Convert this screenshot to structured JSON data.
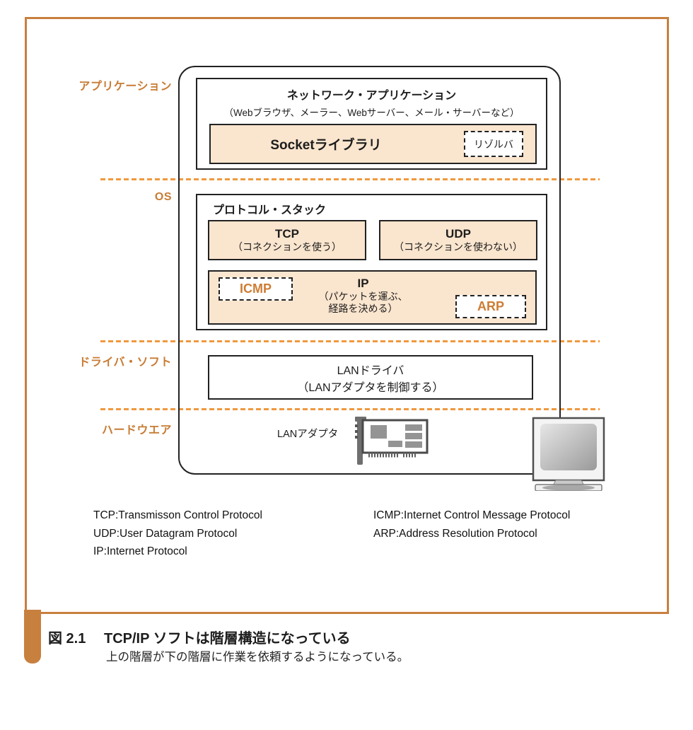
{
  "colors": {
    "frame_orange": "#c8803e",
    "dash_orange": "#f0993f",
    "label_orange": "#c87c34",
    "peach_fill": "#fae5ce",
    "box_border": "#222222"
  },
  "layers": {
    "application": "アプリケーション",
    "os": "OS",
    "driver": "ドライバ・ソフト",
    "hardware": "ハードウエア"
  },
  "diagram": {
    "network_app": {
      "title": "ネットワーク・アプリケーション",
      "subtitle": "（Webブラウザ、メーラー、Webサーバー、メール・サーバーなど）",
      "socket_label": "Socketライブラリ",
      "resolver_label": "リゾルバ"
    },
    "protocol_stack": {
      "title": "プロトコル・スタック",
      "tcp": {
        "name": "TCP",
        "desc": "（コネクションを使う）"
      },
      "udp": {
        "name": "UDP",
        "desc": "（コネクションを使わない）"
      },
      "ip": {
        "name": "IP",
        "desc_line1": "（パケットを運ぶ、",
        "desc_line2": "経路を決める）"
      },
      "icmp_label": "ICMP",
      "arp_label": "ARP"
    },
    "lan_driver": {
      "name": "LANドライバ",
      "desc": "（LANアダプタを制御する）"
    },
    "lan_adapter_label": "LANアダプタ"
  },
  "legend": {
    "col1": [
      "TCP:Transmisson Control Protocol",
      "UDP:User Datagram Protocol",
      "IP:Internet Protocol"
    ],
    "col2": [
      "ICMP:Internet Control Message Protocol",
      "ARP:Address Resolution Protocol"
    ]
  },
  "caption": {
    "number": "図 2.1",
    "title": "TCP/IP ソフトは階層構造になっている",
    "subtitle": "上の階層が下の階層に作業を依頼するようになっている。"
  }
}
